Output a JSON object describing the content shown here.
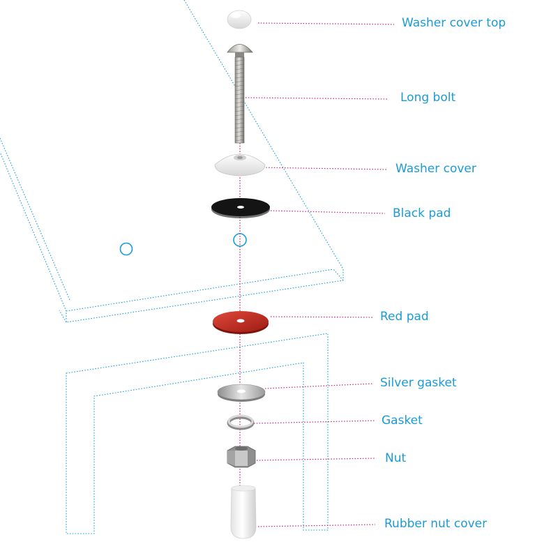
{
  "colors": {
    "label_text": "#1a9bd7",
    "outline": "#1aa0e0",
    "leader": "#c8217a",
    "red_pad": "#c9281f",
    "black_pad": "#141414"
  },
  "labels": {
    "washer_cover_top": "Washer cover top",
    "long_bolt": "Long bolt",
    "washer_cover": "Washer cover",
    "black_pad": "Black pad",
    "red_pad": "Red pad",
    "silver_gasket": "Silver gasket",
    "gasket": "Gasket",
    "nut": "Nut",
    "rubber_nut_cover": "Rubber nut cover"
  }
}
